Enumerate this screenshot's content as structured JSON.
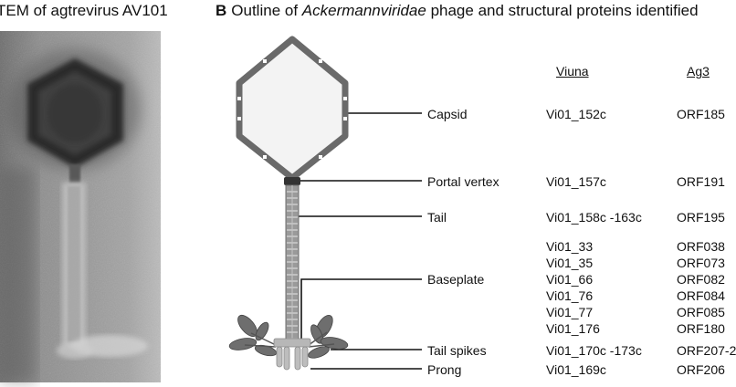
{
  "panel_a": {
    "title": "TEM of agtrevirus AV101"
  },
  "panel_b": {
    "letter": "B",
    "title_before": "Outline of ",
    "title_italic": "Ackermannviridae",
    "title_after": " phage and structural proteins identified"
  },
  "columns": {
    "viuna": "Viuna",
    "ag3": "Ag3"
  },
  "rows": {
    "capsid": {
      "label": "Capsid",
      "viuna": [
        "Vi01_152c"
      ],
      "ag3": [
        "ORF185"
      ]
    },
    "portal": {
      "label": "Portal vertex",
      "viuna": [
        "Vi01_157c"
      ],
      "ag3": [
        "ORF191"
      ]
    },
    "tail": {
      "label": "Tail",
      "viuna": [
        "Vi01_158c -163c"
      ],
      "ag3": [
        "ORF195"
      ]
    },
    "baseplate": {
      "label": "Baseplate",
      "viuna": [
        "Vi01_33",
        "Vi01_35",
        "Vi01_66",
        "Vi01_76",
        "Vi01_77",
        "Vi01_176"
      ],
      "ag3": [
        "ORF038",
        "ORF073",
        "ORF082",
        "ORF084",
        "ORF085",
        "ORF180"
      ]
    },
    "tailspikes": {
      "label": "Tail spikes",
      "viuna": [
        "Vi01_170c -173c"
      ],
      "ag3": [
        "ORF207-2"
      ]
    },
    "prong": {
      "label": "Prong",
      "viuna": [
        "Vi01_169c"
      ],
      "ag3": [
        "ORF206"
      ]
    }
  }
}
